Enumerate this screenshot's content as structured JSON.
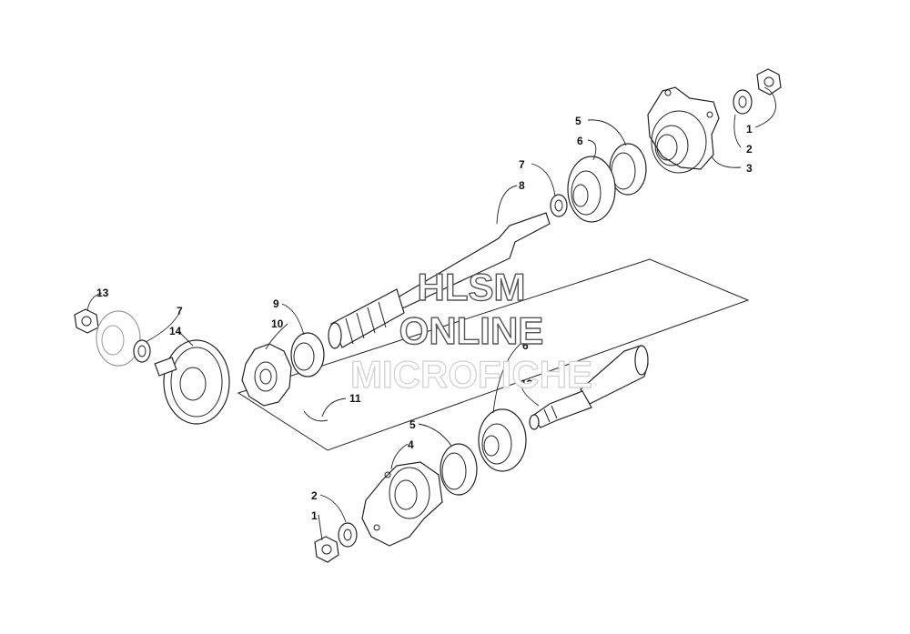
{
  "watermark": {
    "line1": "HLSM",
    "line2": "ONLINE",
    "line3": "MICROFICHE"
  },
  "callouts": {
    "c1_top": "1",
    "c2_top": "2",
    "c3_top": "3",
    "c5_top": "5",
    "c6_top": "6",
    "c7_top": "7",
    "c8": "8",
    "c9": "9",
    "c10": "10",
    "c11": "11",
    "c7_left": "7",
    "c13": "13",
    "c14": "14",
    "c12": "12",
    "c6_bottom": "6",
    "c5_bottom": "5",
    "c4": "4",
    "c2_bottom": "2",
    "c1_bottom": "1"
  }
}
